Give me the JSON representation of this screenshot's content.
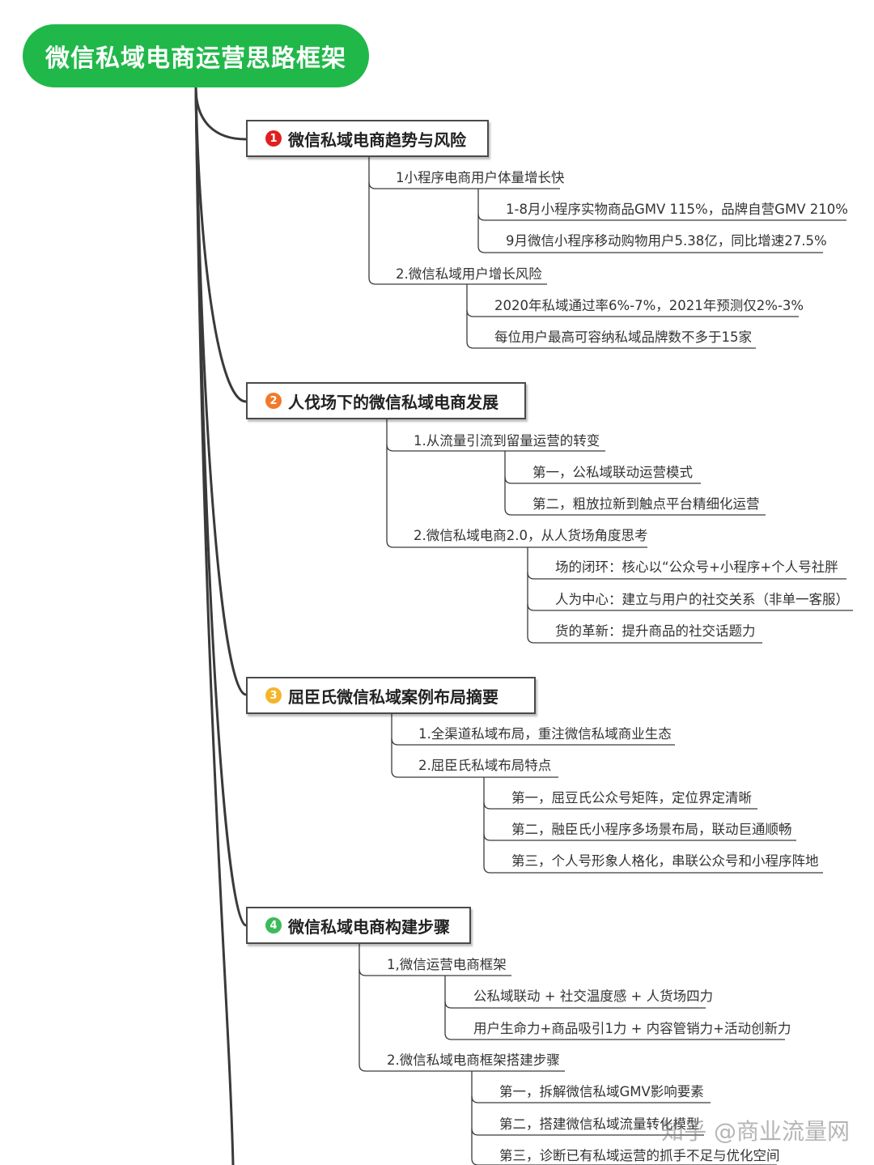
{
  "root": {
    "title": "微信私域电商运营思路框架"
  },
  "sections": [
    {
      "number": "1",
      "color": "#e02020",
      "title": "微信私域电商趋势与风险",
      "l1": [
        "1小程序电商用户体量增长快",
        "2.微信私域用户增长风险"
      ],
      "l2": [
        [
          "1-8月小程序实物商品GMV 115%，品牌自营GMV 210%",
          "9月微信小程序移动购物用户5.38亿，同比增速27.5%"
        ],
        [
          "2020年私域通过率6%-7%，2021年预测仅2%-3%",
          "每位用户最高可容纳私域品牌数不多于15家"
        ]
      ]
    },
    {
      "number": "2",
      "color": "#f07a2a",
      "title": "人伐场下的微信私域电商发展",
      "l1": [
        "1.从流量引流到留量运营的转变",
        "2.微信私域电商2.0，从人货场角度思考"
      ],
      "l2": [
        [
          "第一，公私域联动运营模式",
          "第二，粗放拉新到触点平台精细化运营"
        ],
        [
          "场的闭环：核心以“公众号+小程序+个人号社胖",
          "人为中心：建立与用户的社交关系（非单一客服）",
          "货的革新：提升商品的社交话题力"
        ]
      ]
    },
    {
      "number": "3",
      "color": "#f5b52a",
      "title": "屈臣氏微信私域案例布局摘要",
      "l1": [
        "1.全渠道私域布局，重注微信私域商业生态",
        "2.屈臣氏私域布局特点"
      ],
      "l2": [
        [],
        [
          "第一，屈豆氏公众号矩阵，定位界定清晰",
          "第二，融臣氏小程序多场景布局，联动巨通顺畅",
          "第三，个人号形象人格化，串联公众号和小程序阵地"
        ]
      ]
    },
    {
      "number": "4",
      "color": "#3dba5a",
      "title": "微信私域电商构建步骤",
      "l1": [
        "1,微信运营电商框架",
        "2.微信私域电商框架搭建步骤"
      ],
      "l2": [
        [
          "公私域联动 + 社交温度感 + 人货场四力",
          "用户生命力+商品吸引1力 + 内容管销力+活动创新力"
        ],
        [
          "第一，拆解微信私域GMV影响要素",
          "第二，搭建微信私域流量转化模型",
          "第三，诊断已有私域运营的抓手不足与优化空间"
        ]
      ]
    }
  ],
  "watermark": "知乎 @商业流量网"
}
